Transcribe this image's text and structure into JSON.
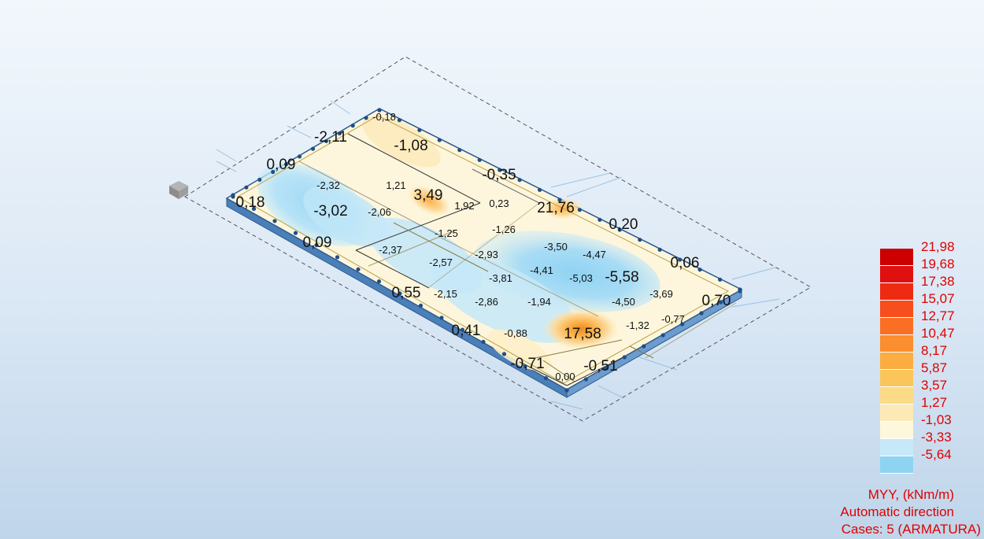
{
  "legend": {
    "values": [
      "21,98",
      "19,68",
      "17,38",
      "15,07",
      "12,77",
      "10,47",
      "8,17",
      "5,87",
      "3,57",
      "1,27",
      "-1,03",
      "-3,33",
      "-5,64"
    ],
    "colors": [
      "#cc0000",
      "#e01010",
      "#ee2b12",
      "#f84d1c",
      "#fb6f24",
      "#fb8e2e",
      "#fbad40",
      "#fac65c",
      "#fbdb88",
      "#fde9b6",
      "#fdf7dd",
      "#c6e8f8",
      "#8fd3f2"
    ],
    "quantity": "MYY, (kNm/m)",
    "direction": "Automatic direction",
    "cases": "Cases: 5 (ARMATURA)"
  },
  "labels": [
    {
      "id": "l01",
      "text": "-0,18",
      "size": "small"
    },
    {
      "id": "l02",
      "text": "-2,11",
      "size": "large"
    },
    {
      "id": "l03",
      "text": "-1,08",
      "size": "large"
    },
    {
      "id": "l04",
      "text": "0,09",
      "size": "large"
    },
    {
      "id": "l05",
      "text": "-2,32",
      "size": "small"
    },
    {
      "id": "l06",
      "text": "1,21",
      "size": "small"
    },
    {
      "id": "l07",
      "text": "3,49",
      "size": "large"
    },
    {
      "id": "l08",
      "text": "-0,35",
      "size": "large"
    },
    {
      "id": "l09",
      "text": "0,18",
      "size": "large"
    },
    {
      "id": "l10",
      "text": "-3,02",
      "size": "large"
    },
    {
      "id": "l11",
      "text": "-2,06",
      "size": "small"
    },
    {
      "id": "l12",
      "text": "1,92",
      "size": "small"
    },
    {
      "id": "l13",
      "text": "0,23",
      "size": "small"
    },
    {
      "id": "l14",
      "text": "21,76",
      "size": "large"
    },
    {
      "id": "l15",
      "text": "0,20",
      "size": "large"
    },
    {
      "id": "l16",
      "text": "-1,25",
      "size": "small"
    },
    {
      "id": "l17",
      "text": "-1,26",
      "size": "small"
    },
    {
      "id": "l18",
      "text": "0,09",
      "size": "large"
    },
    {
      "id": "l19",
      "text": "-2,37",
      "size": "small"
    },
    {
      "id": "l20",
      "text": "-3,50",
      "size": "small"
    },
    {
      "id": "l21",
      "text": "-4,47",
      "size": "small"
    },
    {
      "id": "l22",
      "text": "0,06",
      "size": "large"
    },
    {
      "id": "l23",
      "text": "-2,93",
      "size": "small"
    },
    {
      "id": "l24",
      "text": "-2,57",
      "size": "small"
    },
    {
      "id": "l25",
      "text": "-3,81",
      "size": "small"
    },
    {
      "id": "l26",
      "text": "-4,41",
      "size": "small"
    },
    {
      "id": "l27",
      "text": "-5,03",
      "size": "small"
    },
    {
      "id": "l28",
      "text": "-5,58",
      "size": "large"
    },
    {
      "id": "l29",
      "text": "0,55",
      "size": "large"
    },
    {
      "id": "l30",
      "text": "-2,15",
      "size": "small"
    },
    {
      "id": "l31",
      "text": "-2,86",
      "size": "small"
    },
    {
      "id": "l32",
      "text": "-1,94",
      "size": "small"
    },
    {
      "id": "l33",
      "text": "-4,50",
      "size": "small"
    },
    {
      "id": "l34",
      "text": "-3,69",
      "size": "small"
    },
    {
      "id": "l35",
      "text": "0,70",
      "size": "large"
    },
    {
      "id": "l36",
      "text": "-1,32",
      "size": "small"
    },
    {
      "id": "l37",
      "text": "-0,77",
      "size": "small"
    },
    {
      "id": "l38",
      "text": "0,41",
      "size": "large"
    },
    {
      "id": "l39",
      "text": "-0,88",
      "size": "small"
    },
    {
      "id": "l40",
      "text": "17,58",
      "size": "large"
    },
    {
      "id": "l41",
      "text": "-0,71",
      "size": "large"
    },
    {
      "id": "l42",
      "text": "0,00",
      "size": "small"
    },
    {
      "id": "l43",
      "text": "-0,51",
      "size": "large"
    }
  ]
}
